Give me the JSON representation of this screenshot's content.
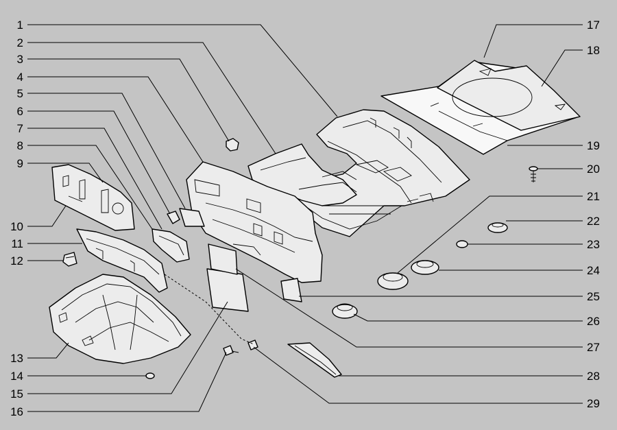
{
  "callouts": {
    "left": [
      "1",
      "2",
      "3",
      "4",
      "5",
      "6",
      "7",
      "8",
      "9",
      "10",
      "11",
      "12",
      "13",
      "14",
      "15",
      "16"
    ],
    "right": [
      "17",
      "18",
      "19",
      "20",
      "21",
      "22",
      "23",
      "24",
      "25",
      "26",
      "27",
      "28",
      "29"
    ]
  },
  "colors": {
    "background": "#c4c4c4",
    "line": "#000000",
    "part_fill": "#ececec"
  }
}
